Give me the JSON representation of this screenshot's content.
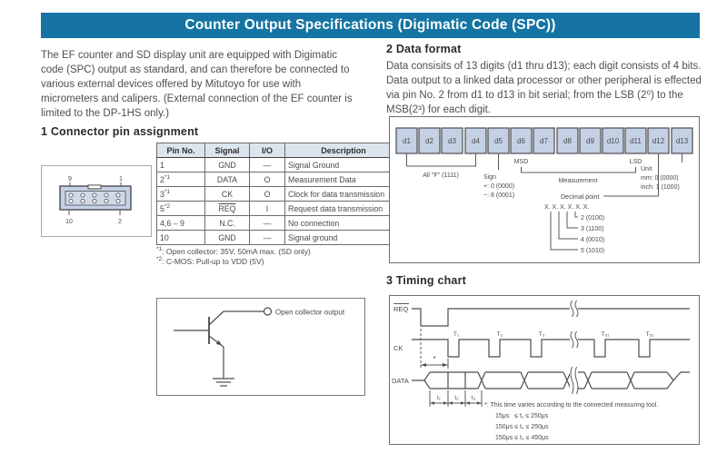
{
  "title": "Counter Output Specifications (Digimatic Code (SPC))",
  "colors": {
    "title_bar": "#1574a3",
    "table_header_fill": "#dce5ee",
    "diagram_fill": "#c4d1e5"
  },
  "intro": "The EF counter and SD display unit are equipped with Digimatic code (SPC) output as standard, and can therefore be connected to various external devices offered by Mitutoyo for use with micrometers and calipers.  (External connection of the EF counter is limited to the DP-1HS only.)",
  "section1": {
    "heading": "1  Connector pin assignment",
    "connector": {
      "pin_top_left": "9",
      "pin_top_right": "1",
      "pin_bottom_left": "10",
      "pin_bottom_right": "2"
    },
    "table": {
      "headers": [
        "Pin No.",
        "Signal",
        "I/O",
        "Description"
      ],
      "rows": [
        {
          "pin": "1",
          "sup": "",
          "signal": "GND",
          "io": "—",
          "desc": "Signal Ground"
        },
        {
          "pin": "2",
          "sup": "*1",
          "signal": "DATA",
          "io": "O",
          "desc": "Measurement Data"
        },
        {
          "pin": "3",
          "sup": "*1",
          "signal": "CK",
          "io": "O",
          "desc": "Clock for data transmission"
        },
        {
          "pin": "5",
          "sup": "*2",
          "signal": "REQ",
          "io": "I",
          "desc": "Request data transmission"
        },
        {
          "pin": "4,6 – 9",
          "sup": "",
          "signal": "N.C.",
          "io": "—",
          "desc": "No connection"
        },
        {
          "pin": "10",
          "sup": "",
          "signal": "GND",
          "io": "—",
          "desc": "Signal ground"
        }
      ],
      "footnotes": [
        {
          "sup": "*1",
          "text": ": Open collector: 35V, 50mA max. (SD only)"
        },
        {
          "sup": "*2",
          "text": ": C-MOS: Pull-up to VDD (5V)"
        }
      ]
    },
    "circuit": {
      "output_label": "Open collector output"
    }
  },
  "section2": {
    "heading": "2  Data format",
    "body": "Data consisits of 13 digits (d1 thru d13); each digit consists of 4 bits. Data output to a linked data processor or other peripheral is effected via pin No. 2 from d1 to d13 in bit serial; from the LSB (2⁰) to the MSB(2³) for each digit.",
    "diagram": {
      "digits": [
        "d1",
        "d2",
        "d3",
        "d4",
        "d5",
        "d6",
        "d7",
        "d8",
        "d9",
        "d10",
        "d11",
        "d12",
        "d13"
      ],
      "all_f": "All \"F\" (1111)",
      "sign": "Sign",
      "sign_plus": "+: 0 (0000)",
      "sign_minus": "−: 8 (0001)",
      "msd": "MSD",
      "lsd": "LSD",
      "measurement": "Measurement",
      "decimal_point": "Decimal point",
      "decimal_pattern": "X. X. X. X. X. X.",
      "dp2": "2 (0100)",
      "dp3": "3 (1100)",
      "dp4": "4 (0010)",
      "dp5": "5 (1010)",
      "unit": "Unit",
      "unit_mm": "mm: 0 (0000)",
      "unit_inch": "inch: 1 (1000)"
    }
  },
  "section3": {
    "heading": "3  Timing chart",
    "req_label": "REQ",
    "ck_label": "CK",
    "data_label": "DATA",
    "t1": "T₁",
    "t2": "T₂",
    "t3": "T₃",
    "ts1": "T₅₁",
    "ts2": "T₅₂",
    "m1": "t₁",
    "m2": "t₂",
    "m3": "t₃",
    "asterisk": "*",
    "footnote": "*: This time varies according to the connected measuring tool.",
    "cond1": "15μs   ≤ t₁ ≤ 250μs",
    "cond2": "150μs ≤ t₂ ≤ 250μs",
    "cond3": "150μs ≤ t₃ ≤ 450μs"
  }
}
